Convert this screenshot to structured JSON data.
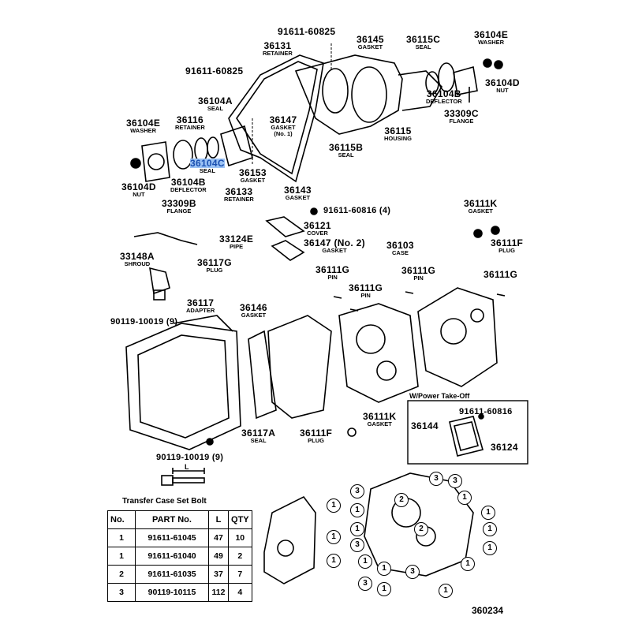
{
  "labels": [
    {
      "part": "91611-60825",
      "desc": ""
    },
    {
      "part": "36131",
      "desc": "RETAINER"
    },
    {
      "part": "36145",
      "desc": "GASKET"
    },
    {
      "part": "36115C",
      "desc": "SEAL"
    },
    {
      "part": "36104E",
      "desc": "WASHER"
    },
    {
      "part": "91611-60825",
      "desc": ""
    },
    {
      "part": "36104D",
      "desc": "NUT"
    },
    {
      "part": "36104A",
      "desc": "SEAL"
    },
    {
      "part": "36104B",
      "desc": "DEFLECTOR"
    },
    {
      "part": "33309C",
      "desc": "FLANGE"
    },
    {
      "part": "36116",
      "desc": "RETAINER"
    },
    {
      "part": "36147",
      "desc": "GASKET (No. 1)"
    },
    {
      "part": "36104E",
      "desc": "WASHER"
    },
    {
      "part": "36115",
      "desc": "HOUSING"
    },
    {
      "part": "36115B",
      "desc": "SEAL"
    },
    {
      "part": "36104C",
      "desc": "SEAL"
    },
    {
      "part": "36153",
      "desc": "GASKET"
    },
    {
      "part": "36104B",
      "desc": "DEFLECTOR"
    },
    {
      "part": "36104D",
      "desc": "NUT"
    },
    {
      "part": "36133",
      "desc": "RETAINER"
    },
    {
      "part": "36143",
      "desc": "GASKET"
    },
    {
      "part": "33309B",
      "desc": "FLANGE"
    },
    {
      "part": "91611-60816 (4)",
      "desc": ""
    },
    {
      "part": "36111K",
      "desc": "GASKET"
    },
    {
      "part": "36121",
      "desc": "COVER"
    },
    {
      "part": "33124E",
      "desc": "PIPE"
    },
    {
      "part": "36147 (No. 2)",
      "desc": "GASKET"
    },
    {
      "part": "36103",
      "desc": "CASE"
    },
    {
      "part": "36111F",
      "desc": "PLUG"
    },
    {
      "part": "33148A",
      "desc": "SHROUD"
    },
    {
      "part": "36117G",
      "desc": "PLUG"
    },
    {
      "part": "36111G",
      "desc": "PIN"
    },
    {
      "part": "36111G",
      "desc": "PIN"
    },
    {
      "part": "36111G",
      "desc": "PIN"
    },
    {
      "part": "36111G",
      "desc": ""
    },
    {
      "part": "36117",
      "desc": "ADAPTER"
    },
    {
      "part": "36146",
      "desc": "GASKET"
    },
    {
      "part": "90119-10019 (9)",
      "desc": ""
    },
    {
      "part": "36111K",
      "desc": "GASKET"
    },
    {
      "part": "91611-60816",
      "desc": ""
    },
    {
      "part": "36144",
      "desc": ""
    },
    {
      "part": "36124",
      "desc": ""
    },
    {
      "part": "36117A",
      "desc": "SEAL"
    },
    {
      "part": "36111F",
      "desc": "PLUG"
    },
    {
      "part": "90119-10019 (9)",
      "desc": ""
    }
  ],
  "pto_title": "W/Power Take-Off",
  "bolt_dim_label": "L",
  "bolt_table": {
    "title": "Transfer Case Set Bolt",
    "headers": [
      "No.",
      "PART  No.",
      "L",
      "QTY"
    ],
    "rows": [
      [
        "1",
        "91611-61045",
        "47",
        "10"
      ],
      [
        "1",
        "91611-61040",
        "49",
        "2"
      ],
      [
        "2",
        "91611-61035",
        "37",
        "7"
      ],
      [
        "3",
        "90119-10115",
        "112",
        "4"
      ]
    ]
  },
  "callouts": [
    "1",
    "1",
    "1",
    "3",
    "1",
    "1",
    "3",
    "3",
    "2",
    "1",
    "1",
    "2",
    "1",
    "3",
    "1",
    "1",
    "1",
    "1",
    "3",
    "1",
    "1",
    "3"
  ],
  "figure_number": "360234",
  "highlight_color": "#9cc3f5"
}
